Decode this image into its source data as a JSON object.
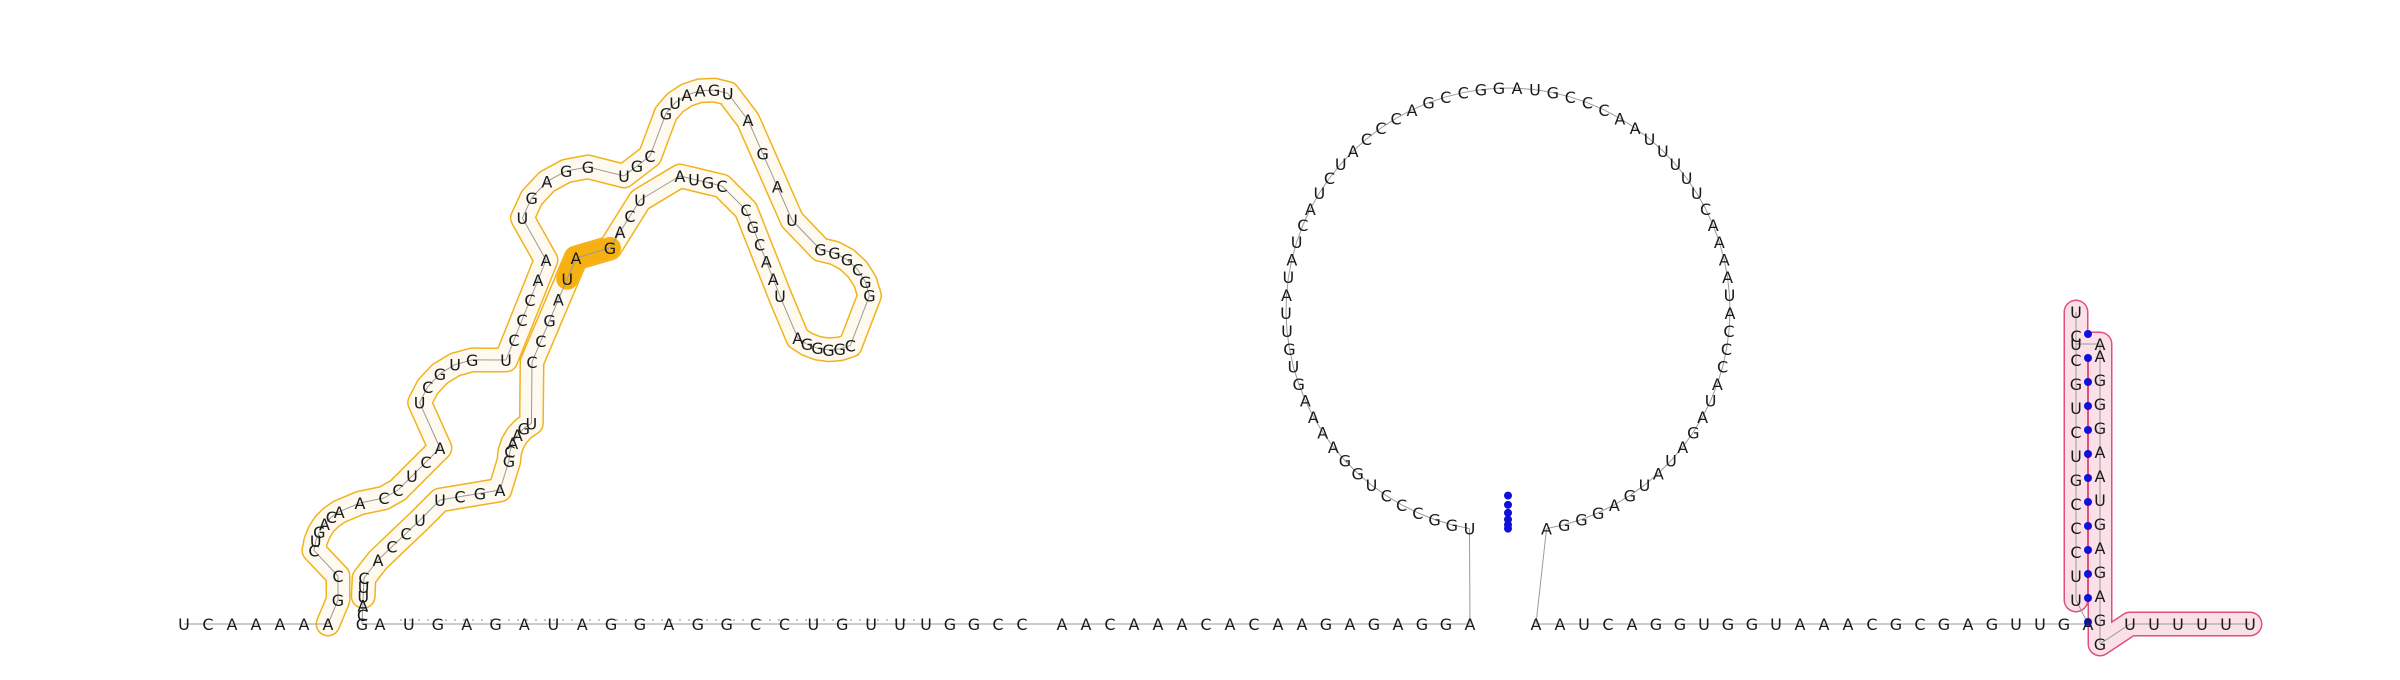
{
  "colors": {
    "highlight_outline": "#f2b21b",
    "highlight_fill": "#fffaf0",
    "accent_fill": "#f6b012",
    "hairpin_outline": "#e0507a",
    "hairpin_fill": "#fbe0e8",
    "base_pair_dot": "#1010dd"
  },
  "segments": {
    "start": "UCAAAAA",
    "seg": "GCCUGACAACCUCAUCGUGUCCCAAUGAGGUGCGUAAGUAGAUGGGCGGCGGGGAUAACGCCGUAUCAGAUAGCCUGAACGAGCUUCCACUUACGAUGAGAUAGGAGGCCUGUU",
    "gap": "UGGCC",
    "linker": "AACAAACACAAGAGAGGA",
    "loop3": "UGGCCCUGGAAAAGUGUUAUAUCAUCUACCCAGCCGGAUGCCCAAUUUUUCAAAAUACCCAUAGAUAUGAGGGA",
    "linker2": "AAUCAGGUGGUAAACGCGAGUUGA",
    "hairpin": "UUCCCGUCUGCCUUAAGGGAAUGAGAGG",
    "tail": "UUUUUU"
  }
}
